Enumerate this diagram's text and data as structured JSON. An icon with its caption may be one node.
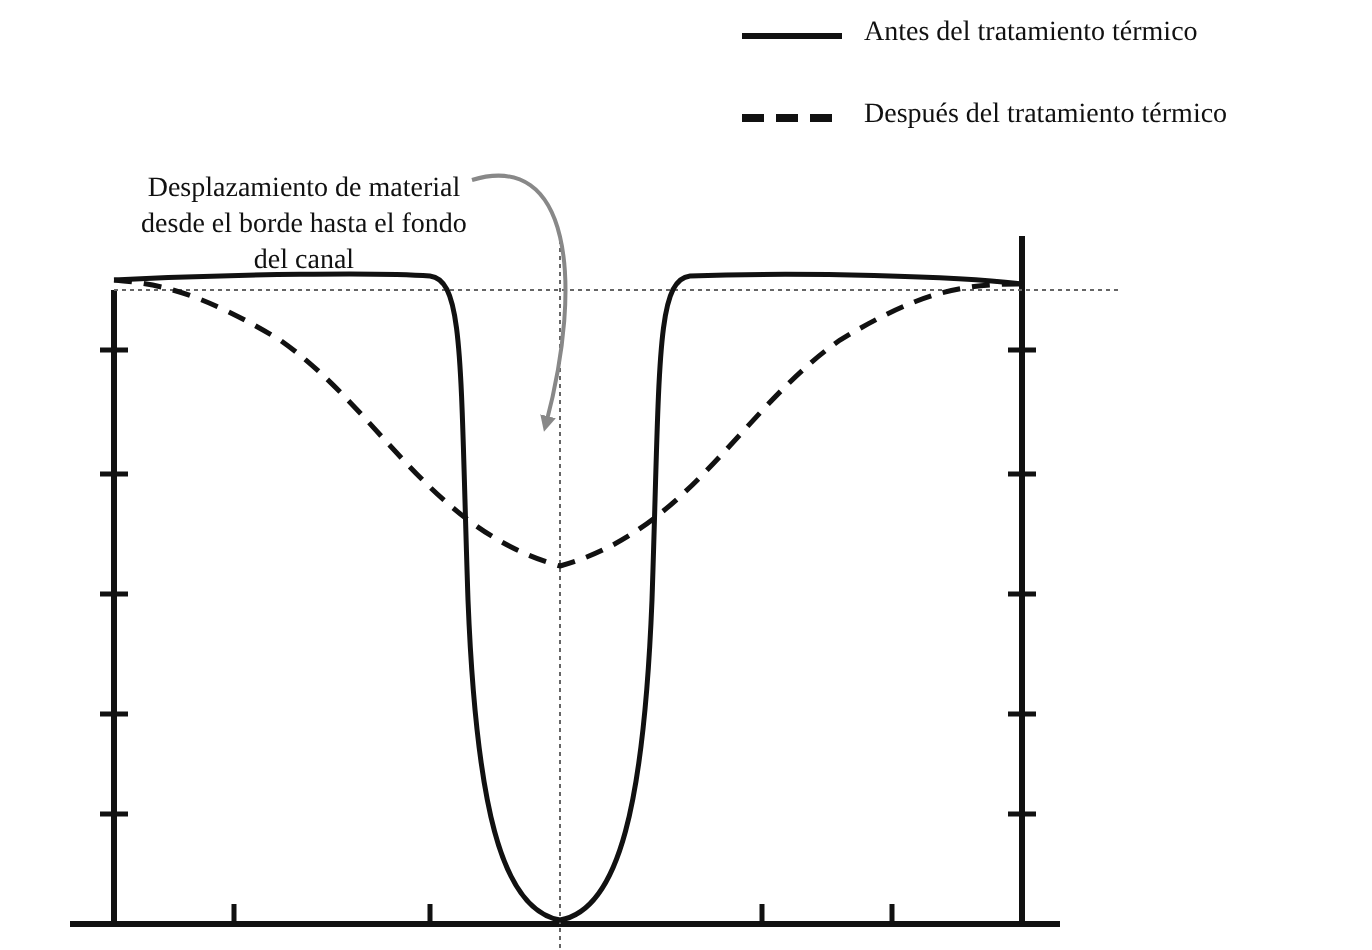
{
  "diagram": {
    "labels": [
      "Desplazamiento de material desde el borde hasta el fondo del canal"
    ],
    "legend": [
      {
        "text": "Antes del tratamiento térmico"
      },
      {
        "text": "Después del tratamiento térmico"
      }
    ]
  }
}
